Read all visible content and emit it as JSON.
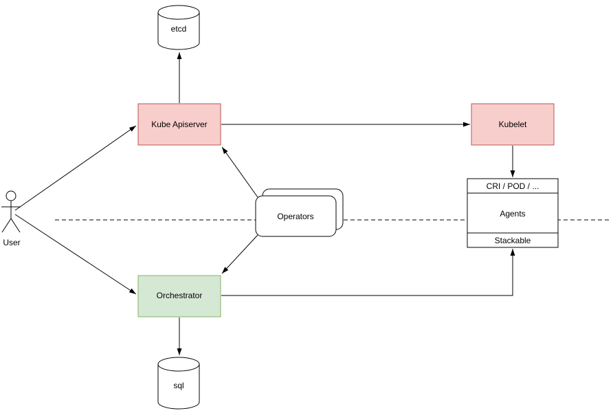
{
  "diagram": {
    "nodes": {
      "etcd": {
        "label": "etcd"
      },
      "kube_apiserver": {
        "label": "Kube Apiserver"
      },
      "kubelet": {
        "label": "Kubelet"
      },
      "agents": {
        "header": "CRI / POD / ...",
        "body": "Agents",
        "footer": "Stackable"
      },
      "operators": {
        "label": "Operators"
      },
      "orchestrator": {
        "label": "Orchestrator"
      },
      "sql": {
        "label": "sql"
      },
      "user": {
        "label": "User"
      }
    },
    "colors": {
      "pink_fill": "#f8cecc",
      "pink_stroke": "#b85450",
      "green_fill": "#d5e8d4",
      "green_stroke": "#82b366",
      "line": "#000000",
      "background": "#ffffff"
    }
  }
}
